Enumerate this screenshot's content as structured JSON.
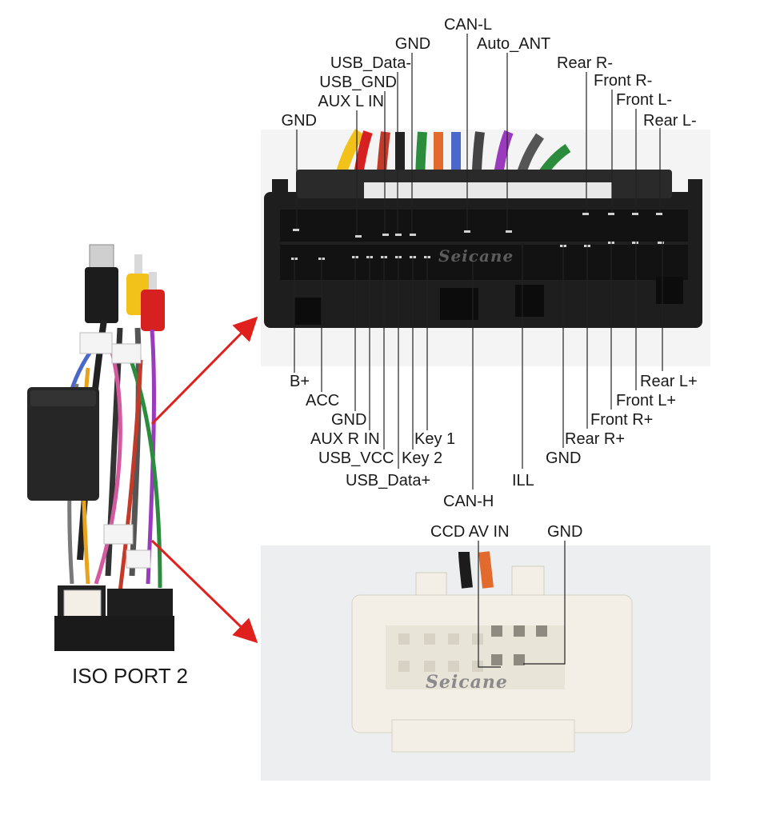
{
  "port_caption": "ISO PORT 2",
  "watermark": "Seicane",
  "main_connector": {
    "top_labels": {
      "can_l": "CAN-L",
      "gnd_top": "GND",
      "auto_ant": "Auto_ANT",
      "usb_data_minus": "USB_Data-",
      "rear_r_minus": "Rear R-",
      "usb_gnd": "USB_GND",
      "front_r_minus": "Front R-",
      "aux_l_in": "AUX L IN",
      "front_l_minus": "Front L-",
      "gnd_left": "GND",
      "rear_l_minus": "Rear L-"
    },
    "bottom_labels": {
      "b_plus": "B+",
      "rear_l_plus": "Rear L+",
      "acc": "ACC",
      "front_l_plus": "Front L+",
      "gnd_a": "GND",
      "front_r_plus": "Front R+",
      "aux_r_in": "AUX R IN",
      "key1": "Key 1",
      "rear_r_plus": "Rear R+",
      "usb_vcc": "USB_VCC",
      "key2": "Key 2",
      "gnd_b": "GND",
      "usb_data_plus": "USB_Data+",
      "ill": "ILL",
      "can_h": "CAN-H"
    }
  },
  "ccd_connector": {
    "labels": {
      "ccd_av_in": "CCD AV IN",
      "gnd": "GND"
    }
  },
  "colors": {
    "arrow": "#e0201c",
    "leader_line": "#222222",
    "connector_black": "#1e1e1e",
    "connector_white": "#f3efe6",
    "photo_bg": "#eceef0"
  }
}
